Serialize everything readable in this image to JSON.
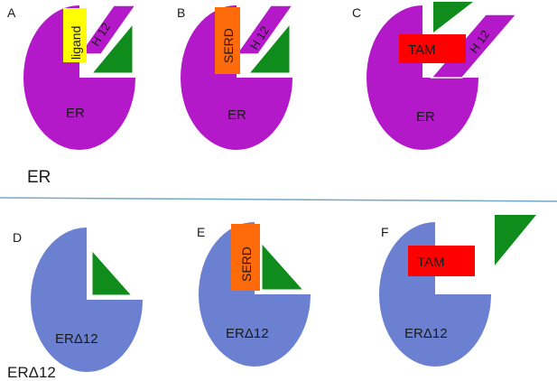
{
  "panels": {
    "A": {
      "letter": "A",
      "body": "ER",
      "helix": "H 12",
      "ligand": "ligand"
    },
    "B": {
      "letter": "B",
      "body": "ER",
      "helix": "H 12",
      "ligand": "SERD"
    },
    "C": {
      "letter": "C",
      "body": "ER",
      "helix": "H 12",
      "ligand": "TAM"
    },
    "D": {
      "letter": "D",
      "body": "ERΔ12"
    },
    "E": {
      "letter": "E",
      "body": "ERΔ12",
      "ligand": "SERD"
    },
    "F": {
      "letter": "F",
      "body": "ERΔ12",
      "ligand": "TAM"
    }
  },
  "row_labels": {
    "top": "ER",
    "bottom": "ERΔ12"
  },
  "colors": {
    "er_body": "#b318c9",
    "er_delta_body": "#6b80d0",
    "helix": "#b318c9",
    "green_wedge": "#0f8c1b",
    "ligand_box": "#ffff00",
    "serd_box": "#ff6a0a",
    "tam_box": "#ff0000",
    "divider": "#74a8c8"
  }
}
